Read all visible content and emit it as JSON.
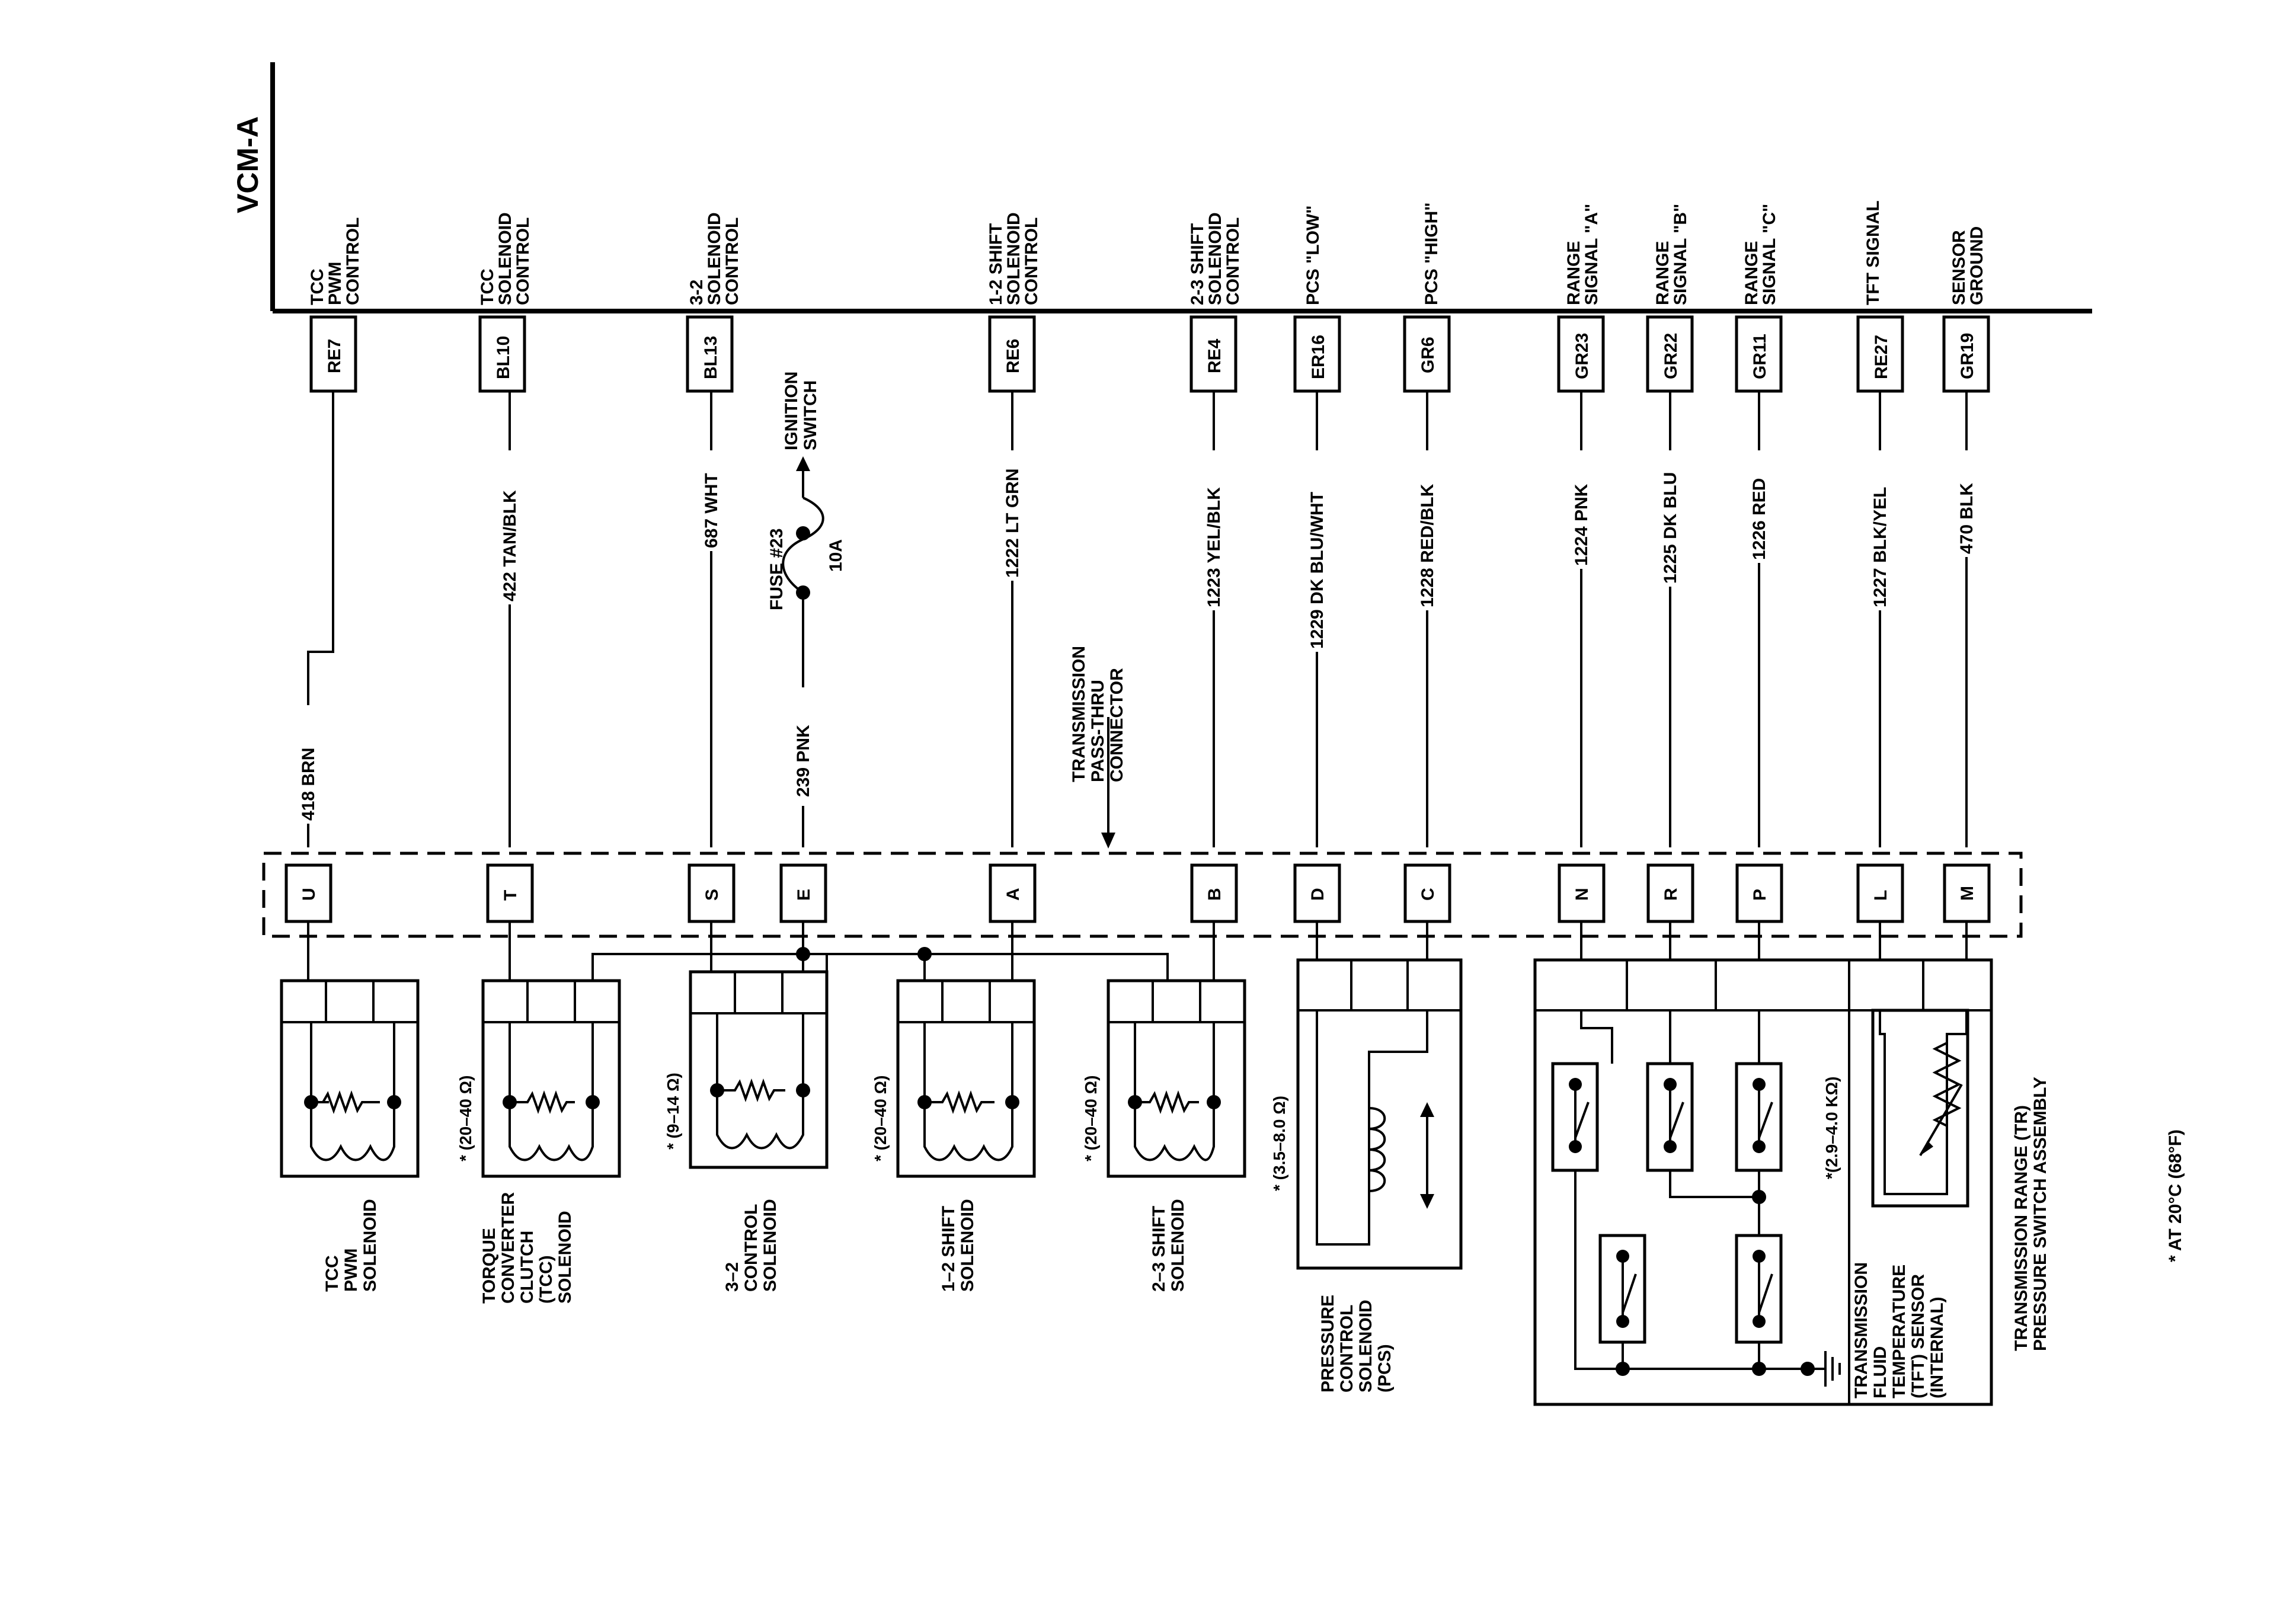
{
  "module": {
    "title": "VCM-A"
  },
  "terminals": [
    {
      "label": [
        "TCC",
        "PWM",
        "CONTROL"
      ],
      "pin": "RE7"
    },
    {
      "label": [
        "TCC",
        "SOLENOID",
        "CONTROL"
      ],
      "pin": "BL10"
    },
    {
      "label": [
        "3-2",
        "SOLENOID",
        "CONTROL"
      ],
      "pin": "BL13"
    },
    {
      "label": [
        "1-2 SHIFT",
        "SOLENOID",
        "CONTROL"
      ],
      "pin": "RE6"
    },
    {
      "label": [
        "2-3 SHIFT",
        "SOLENOID",
        "CONTROL"
      ],
      "pin": "RE4"
    },
    {
      "label": [
        "PCS \"LOW\""
      ],
      "pin": "ER16"
    },
    {
      "label": [
        "PCS \"HIGH\""
      ],
      "pin": "GR6"
    },
    {
      "label": [
        "RANGE",
        "SIGNAL \"A\""
      ],
      "pin": "GR23"
    },
    {
      "label": [
        "RANGE",
        "SIGNAL \"B\""
      ],
      "pin": "GR22"
    },
    {
      "label": [
        "RANGE",
        "SIGNAL \"C\""
      ],
      "pin": "GR11"
    },
    {
      "label": [
        "TFT SIGNAL"
      ],
      "pin": "RE27"
    },
    {
      "label": [
        "SENSOR",
        "GROUND"
      ],
      "pin": "GR19"
    }
  ],
  "wires": {
    "w418": "418 BRN",
    "w422": "422 TAN/BLK",
    "w687": "687 WHT",
    "w239": "239 PNK",
    "w1222": "1222 LT GRN",
    "w1223": "1223 YEL/BLK",
    "w1229": "1229 DK BLU/WHT",
    "w1228": "1228 RED/BLK",
    "w1224": "1224 PNK",
    "w1225": "1225 DK BLU",
    "w1226": "1226 RED",
    "w1227": "1227 BLK/YEL",
    "w470": "470 BLK"
  },
  "fuse": {
    "name": "FUSE #23",
    "rating": "10A",
    "source": [
      "IGNITION",
      "SWITCH"
    ]
  },
  "passthru": {
    "label": [
      "TRANSMISSION",
      "PASS-THRU",
      "CONNECTOR"
    ],
    "pins": [
      "U",
      "T",
      "S",
      "E",
      "A",
      "B",
      "D",
      "C",
      "N",
      "R",
      "P",
      "L",
      "M"
    ]
  },
  "components": {
    "tcc_pwm": {
      "label": [
        "TCC",
        "PWM",
        "SOLENOID"
      ]
    },
    "tcc": {
      "label": [
        "TORQUE",
        "CONVERTER",
        "CLUTCH",
        "(TCC)",
        "SOLENOID"
      ],
      "resistance": "* (20–40 Ω)"
    },
    "sol_32": {
      "label": [
        "3–2",
        "CONTROL",
        "SOLENOID"
      ],
      "resistance": "* (9–14 Ω)"
    },
    "sol_12": {
      "label": [
        "1–2 SHIFT",
        "SOLENOID"
      ],
      "resistance": "* (20–40 Ω)"
    },
    "sol_23": {
      "label": [
        "2–3 SHIFT",
        "SOLENOID"
      ],
      "resistance": "* (20–40 Ω)"
    },
    "pcs": {
      "label": [
        "PRESSURE",
        "CONTROL",
        "SOLENOID",
        "(PCS)"
      ],
      "resistance": "* (3.5–8.0 Ω)"
    },
    "tft": {
      "label": [
        "TRANSMISSION",
        "FLUID",
        "TEMPERATURE",
        "(TFT) SENSOR",
        "(INTERNAL)"
      ],
      "resistance": "*(2.9–4.0 KΩ)"
    },
    "tr": {
      "label": [
        "TRANSMISSION RANGE (TR)",
        "PRESSURE SWITCH ASSEMBLY"
      ]
    }
  },
  "footnote": "* AT 20°C (68°F)"
}
